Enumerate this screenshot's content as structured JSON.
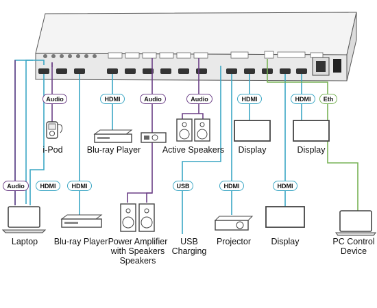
{
  "colors": {
    "hdmi": "#3aa6c4",
    "usb": "#3aa6c4",
    "audio": "#6b3f86",
    "ethernet": "#77b255",
    "device": "#444444",
    "chassis": "#f2f2f2"
  },
  "tags": {
    "audio": "Audio",
    "hdmi": "HDMI",
    "usb": "USB",
    "eth": "Eth"
  },
  "devices": {
    "ipod": "i-Pod",
    "bluray_top": "Blu-ray Player",
    "active_speakers": "Active Speakers",
    "display_1": "Display",
    "display_2": "Display",
    "laptop": "Laptop",
    "bluray_bottom": "Blu-ray Player",
    "power_amp": "Power Amplifier\nwith Speakers\nSpeakers",
    "usb_charging": "USB\nCharging",
    "projector": "Projector",
    "display_3": "Display",
    "pc_control": "PC Control\nDevice"
  },
  "icons": [
    "laptop-icon",
    "ipod-icon",
    "bluray-player-icon",
    "audio-receiver-icon",
    "speaker-icon",
    "display-icon",
    "projector-icon",
    "pc-icon",
    "switcher-unit"
  ]
}
